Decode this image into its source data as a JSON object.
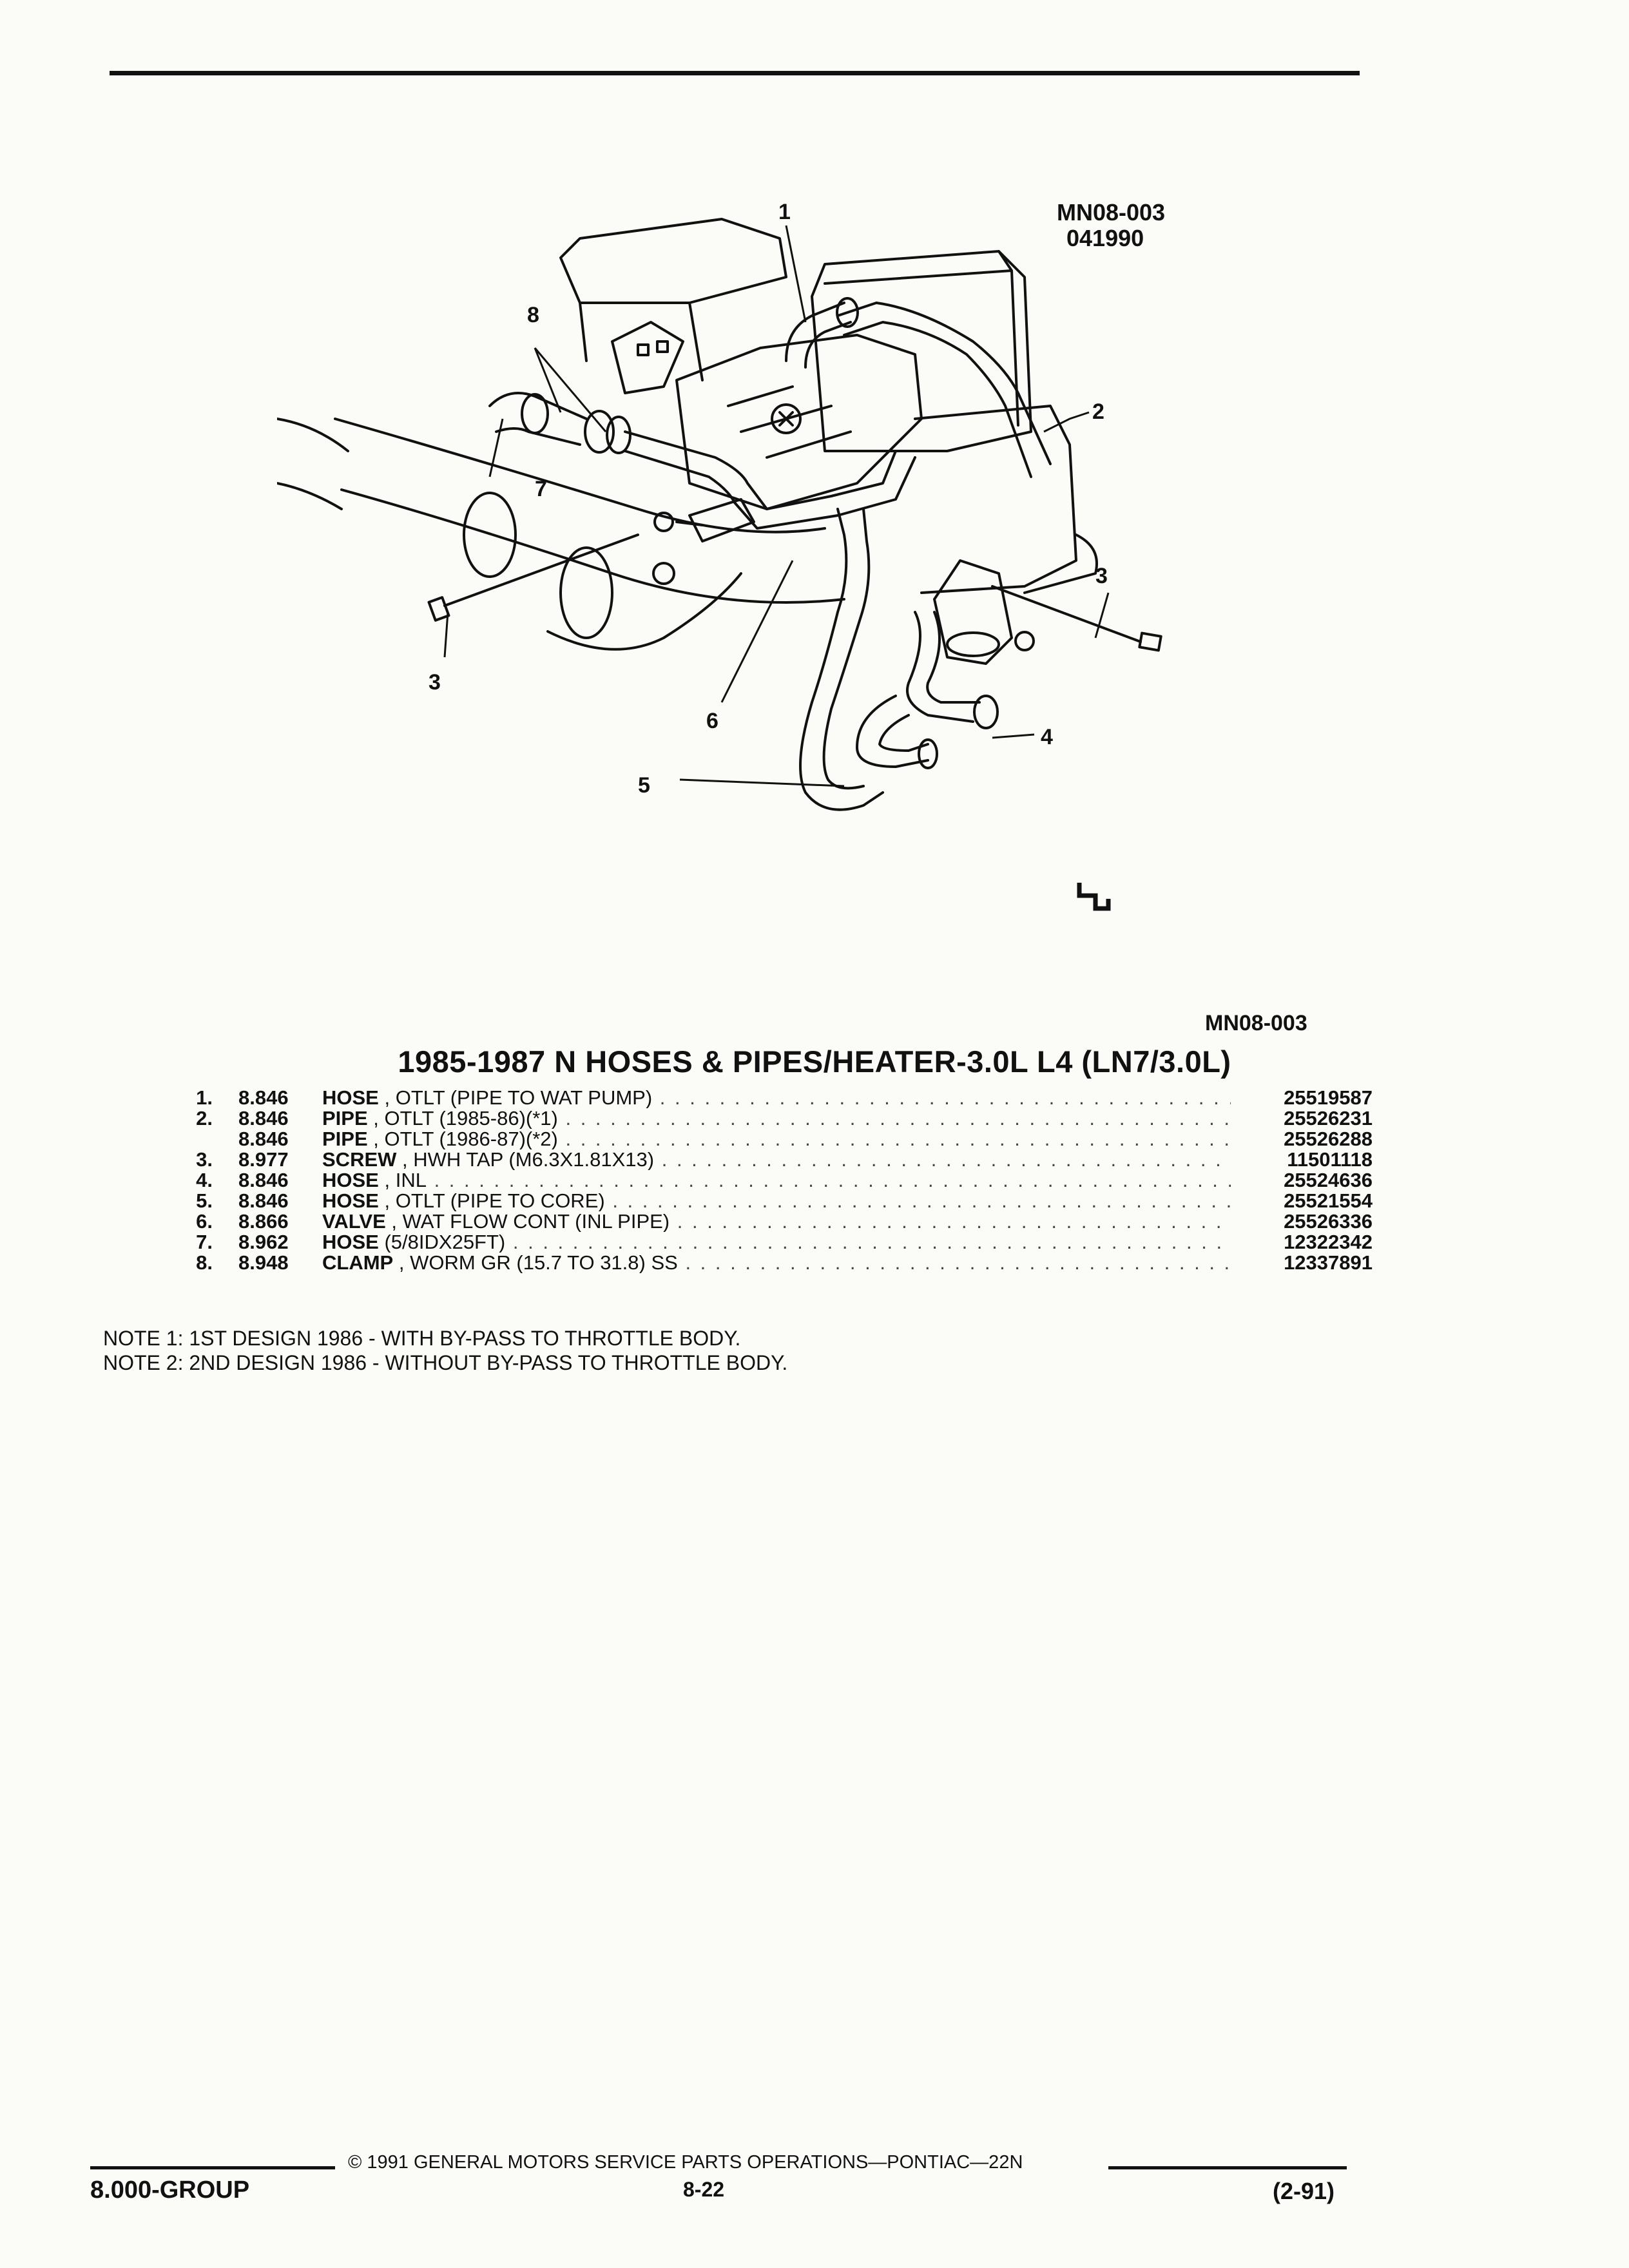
{
  "figure": {
    "id_top": "MN08-003",
    "date_code": "041990",
    "id_bottom": "MN08-003",
    "callouts": [
      "1",
      "2",
      "3",
      "3",
      "4",
      "5",
      "6",
      "7",
      "8"
    ]
  },
  "title": "1985-1987 N HOSES & PIPES/HEATER-3.0L L4 (LN7/3.0L)",
  "parts": [
    {
      "num": "1.",
      "group": "8.846",
      "name": "HOSE",
      "detail": ", OTLT (PIPE TO WAT PUMP)",
      "part_no": "25519587"
    },
    {
      "num": "2.",
      "group": "8.846",
      "name": "PIPE",
      "detail": ", OTLT (1985-86)(*1)",
      "part_no": "25526231"
    },
    {
      "num": "",
      "group": "8.846",
      "name": "PIPE",
      "detail": ", OTLT (1986-87)(*2)",
      "part_no": "25526288"
    },
    {
      "num": "3.",
      "group": "8.977",
      "name": "SCREW",
      "detail": ", HWH TAP (M6.3X1.81X13)",
      "part_no": "11501118"
    },
    {
      "num": "4.",
      "group": "8.846",
      "name": "HOSE",
      "detail": ", INL",
      "part_no": "25524636"
    },
    {
      "num": "5.",
      "group": "8.846",
      "name": "HOSE",
      "detail": ", OTLT (PIPE TO CORE)",
      "part_no": "25521554"
    },
    {
      "num": "6.",
      "group": "8.866",
      "name": "VALVE",
      "detail": ", WAT FLOW CONT (INL PIPE)",
      "part_no": "25526336"
    },
    {
      "num": "7.",
      "group": "8.962",
      "name": "HOSE",
      "detail": "(5/8IDX25FT)",
      "part_no": "12322342"
    },
    {
      "num": "8.",
      "group": "8.948",
      "name": "CLAMP",
      "detail": ", WORM GR (15.7 TO 31.8) SS",
      "part_no": "12337891"
    }
  ],
  "notes": [
    "NOTE  1:  1ST DESIGN 1986 - WITH BY-PASS TO THROTTLE BODY.",
    "NOTE  2:  2ND DESIGN 1986 - WITHOUT BY-PASS TO THROTTLE BODY."
  ],
  "footer": {
    "copyright": "© 1991 GENERAL MOTORS SERVICE PARTS OPERATIONS—PONTIAC—22N",
    "group": "8.000-GROUP",
    "page": "8-22",
    "date": "(2-91)"
  }
}
